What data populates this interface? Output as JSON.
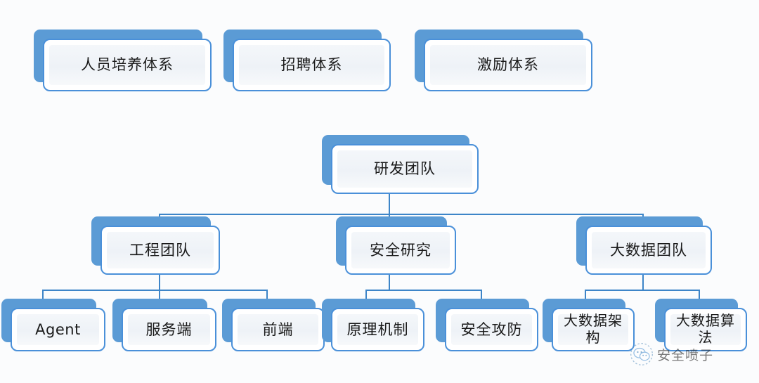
{
  "diagram": {
    "type": "organization-chart",
    "background_color": "#fbfcfd",
    "accent_color": "#5b9bd5",
    "border_color": "#4a90d9",
    "connector_color": "#3d85c8",
    "standalone_boxes": [
      {
        "id": "talent-development",
        "label": "人员培养体系"
      },
      {
        "id": "recruitment",
        "label": "招聘体系"
      },
      {
        "id": "incentive",
        "label": "激励体系"
      }
    ],
    "tree": {
      "root": {
        "id": "rd-team",
        "label": "研发团队"
      },
      "branches": [
        {
          "id": "engineering-team",
          "label": "工程团队",
          "children": [
            {
              "id": "agent",
              "label": "Agent"
            },
            {
              "id": "server",
              "label": "服务端"
            },
            {
              "id": "frontend",
              "label": "前端"
            }
          ]
        },
        {
          "id": "security-research",
          "label": "安全研究",
          "children": [
            {
              "id": "principle-mechanism",
              "label": "原理机制"
            },
            {
              "id": "security-offense-defense",
              "label": "安全攻防"
            }
          ]
        },
        {
          "id": "bigdata-team",
          "label": "大数据团队",
          "children": [
            {
              "id": "bigdata-architecture",
              "label": "大数据架构"
            },
            {
              "id": "bigdata-algorithm",
              "label": "大数据算法"
            }
          ]
        }
      ]
    }
  },
  "watermark": {
    "text": "安全喷子",
    "icon": "wechat-account-logo"
  }
}
